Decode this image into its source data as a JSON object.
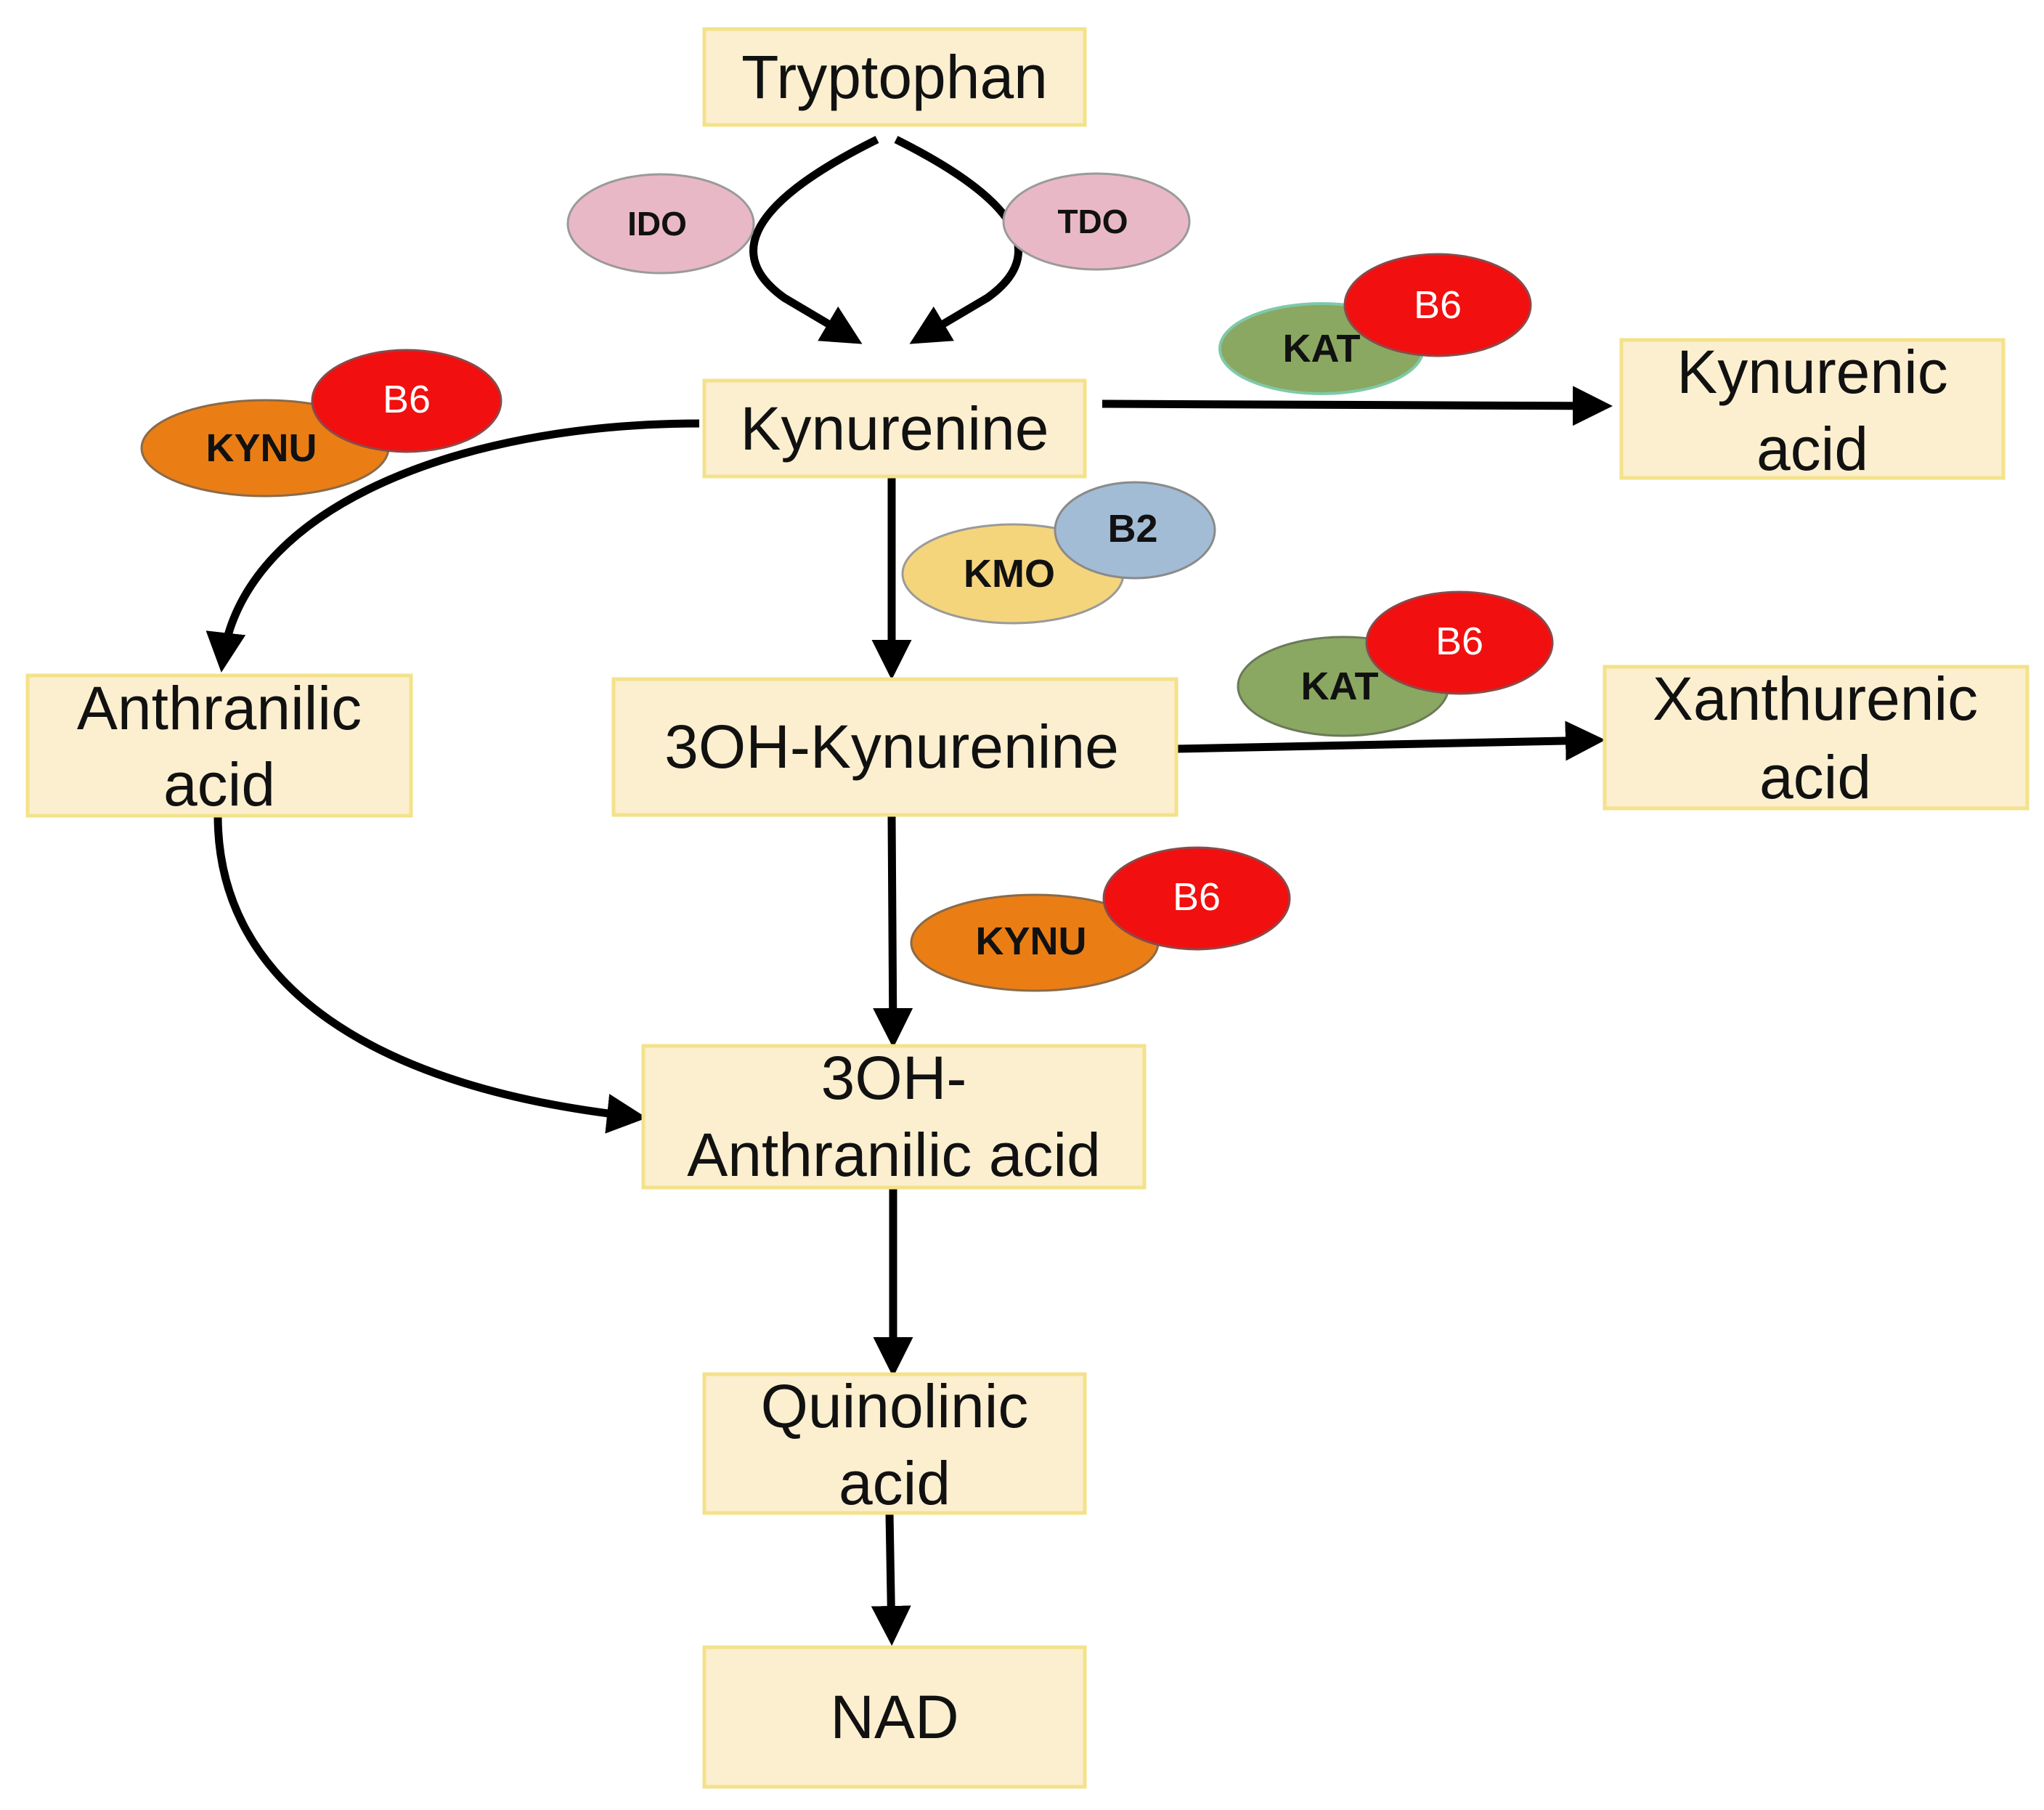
{
  "nodes": {
    "tryptophan": {
      "lines": [
        "Tryptophan"
      ]
    },
    "kynurenine": {
      "lines": [
        "Kynurenine"
      ]
    },
    "kynurenic_acid": {
      "lines": [
        "Kynurenic",
        "acid"
      ]
    },
    "anthranilic_acid": {
      "lines": [
        "Anthranilic",
        "acid"
      ]
    },
    "oh_kynurenine": {
      "lines": [
        "3OH-Kynurenine"
      ]
    },
    "xanthurenic_acid": {
      "lines": [
        "Xanthurenic",
        "acid"
      ]
    },
    "oh_anthranilic_acid": {
      "lines": [
        "3OH-",
        "Anthranilic acid"
      ]
    },
    "quinolinic_acid": {
      "lines": [
        "Quinolinic",
        "acid"
      ]
    },
    "nad": {
      "lines": [
        "NAD"
      ]
    }
  },
  "enzymes": {
    "ido": {
      "label": "IDO",
      "color": "#e9b8c6"
    },
    "tdo": {
      "label": "TDO",
      "color": "#e9b8c6"
    },
    "kat_top": {
      "label": "KAT",
      "color": "#8aa861"
    },
    "kynu_top": {
      "label": "KYNU",
      "color": "#ea7e14"
    },
    "kmo": {
      "label": "KMO",
      "color": "#f5d57c"
    },
    "kat_mid": {
      "label": "KAT",
      "color": "#8aa861"
    },
    "kynu_mid": {
      "label": "KYNU",
      "color": "#ea7e14"
    }
  },
  "cofactors": {
    "b6_kat_top": {
      "label": "B6",
      "color": "#f20f0f"
    },
    "b6_kynu_top": {
      "label": "B6",
      "color": "#f20f0f"
    },
    "b2_kmo": {
      "label": "B2",
      "color": "#a3bcd6"
    },
    "b6_kat_mid": {
      "label": "B6",
      "color": "#f20f0f"
    },
    "b6_kynu_mid": {
      "label": "B6",
      "color": "#f20f0f"
    }
  }
}
